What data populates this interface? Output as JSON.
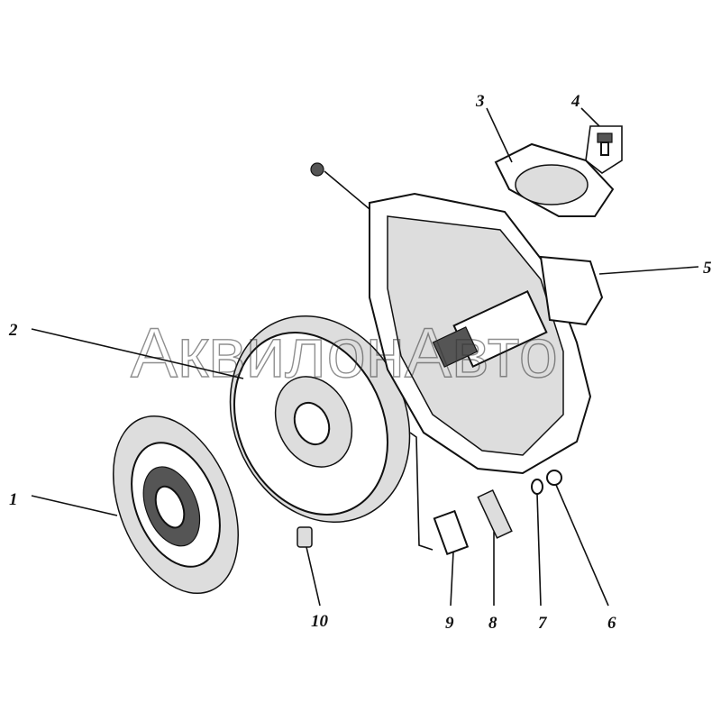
{
  "title": "Clutch and clutch housing assembly (exploded view)",
  "watermark": "АквилонАвто",
  "callouts": [
    {
      "number": "1",
      "part": "clutch-disc"
    },
    {
      "number": "2",
      "part": "pressure-plate"
    },
    {
      "number": "3",
      "part": "cover-gasket"
    },
    {
      "number": "4",
      "part": "bolt"
    },
    {
      "number": "5",
      "part": "clutch-housing"
    },
    {
      "number": "6",
      "part": "nut"
    },
    {
      "number": "7",
      "part": "washer"
    },
    {
      "number": "8",
      "part": "stud"
    },
    {
      "number": "9",
      "part": "bushing"
    },
    {
      "number": "10",
      "part": "pin"
    }
  ]
}
